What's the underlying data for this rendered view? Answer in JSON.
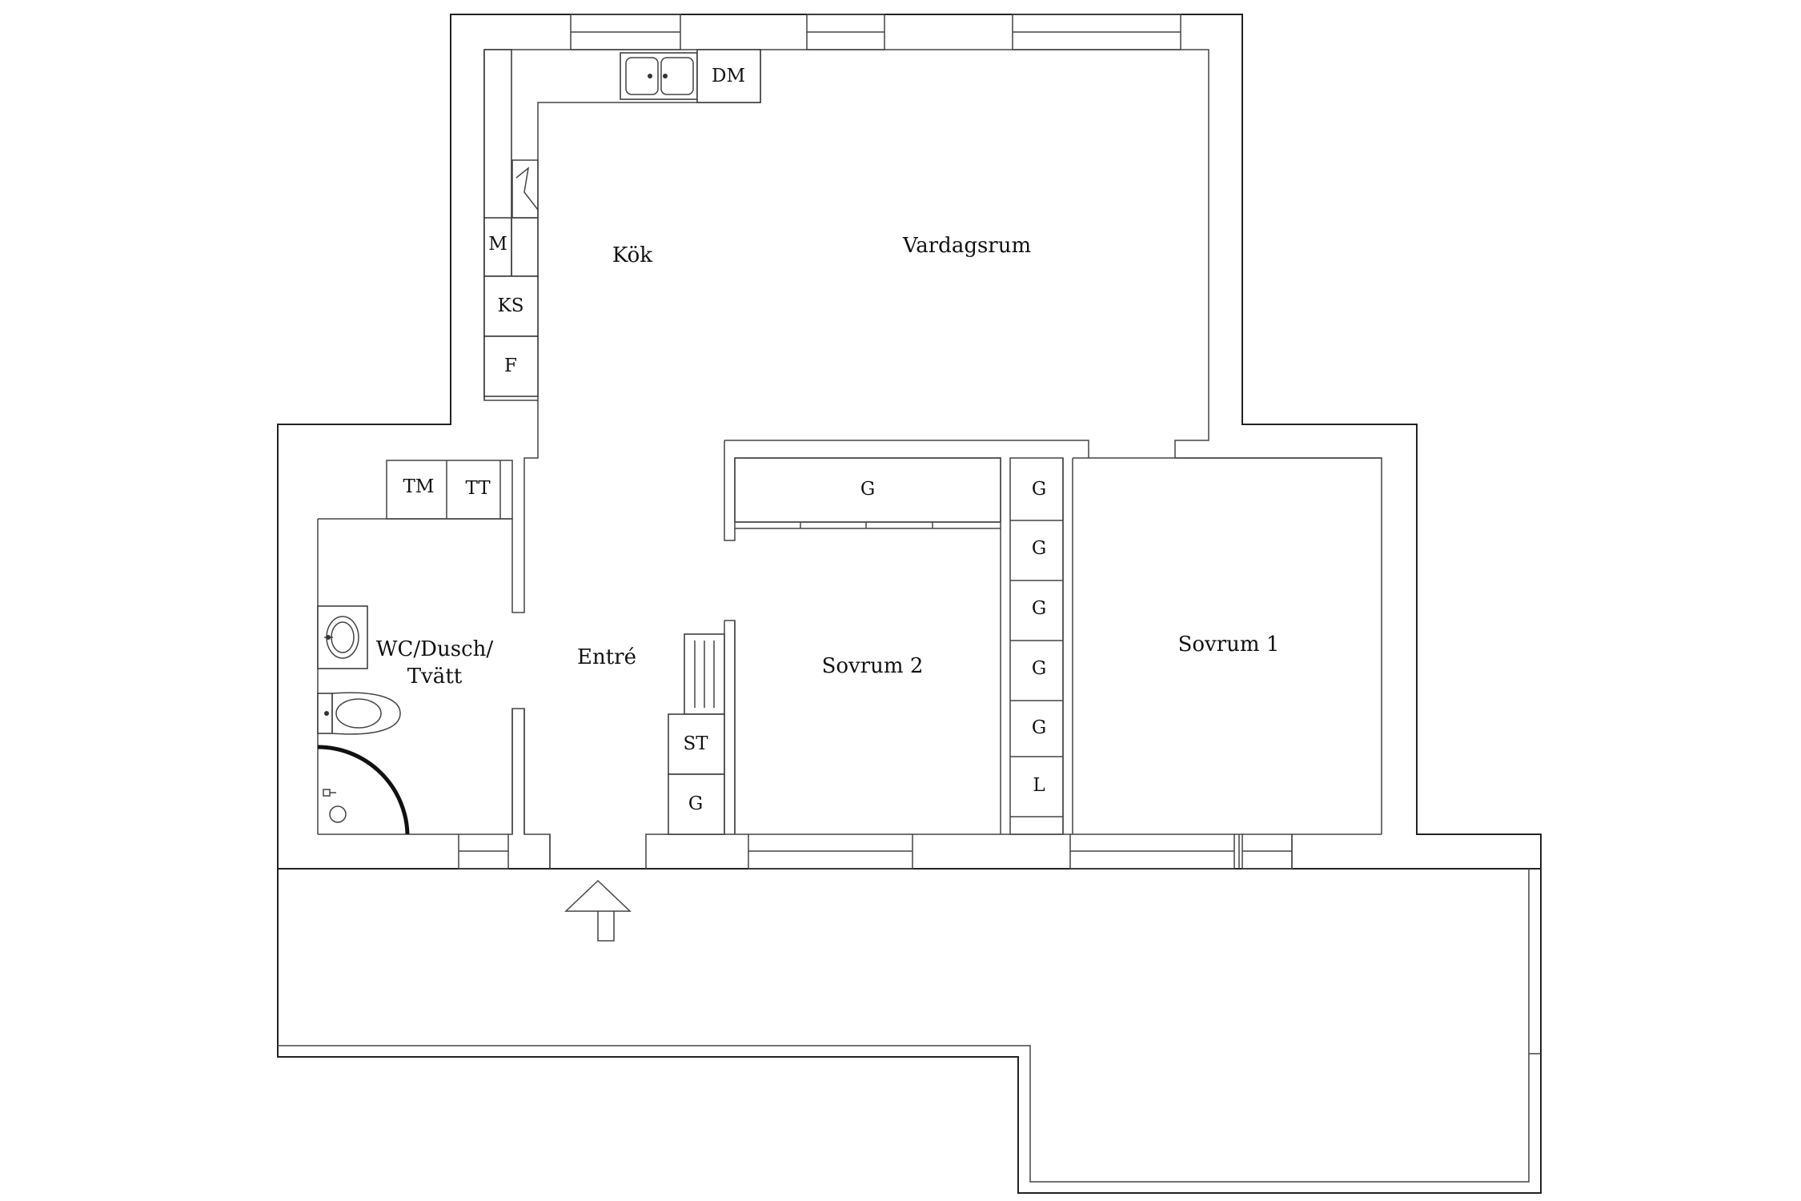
{
  "rooms": {
    "kitchen": "Kök",
    "living": "Vardagsrum",
    "bathroom_line1": "WC/Dusch/",
    "bathroom_line2": "Tvätt",
    "entrance": "Entré",
    "bedroom2": "Sovrum 2",
    "bedroom1": "Sovrum 1"
  },
  "fixtures": {
    "dishwasher": "DM",
    "microwave": "M",
    "fridge_freezer": "KS",
    "freezer": "F",
    "washing_machine": "TM",
    "tumble_dryer": "TT",
    "wardrobe": "G",
    "linen_closet": "L",
    "storage": "ST"
  },
  "icons": {
    "sink": "sink-icon",
    "washbasin": "washbasin-icon",
    "toilet": "toilet-icon",
    "shower": "shower-icon",
    "entrance_arrow": "arrow-up-icon"
  }
}
